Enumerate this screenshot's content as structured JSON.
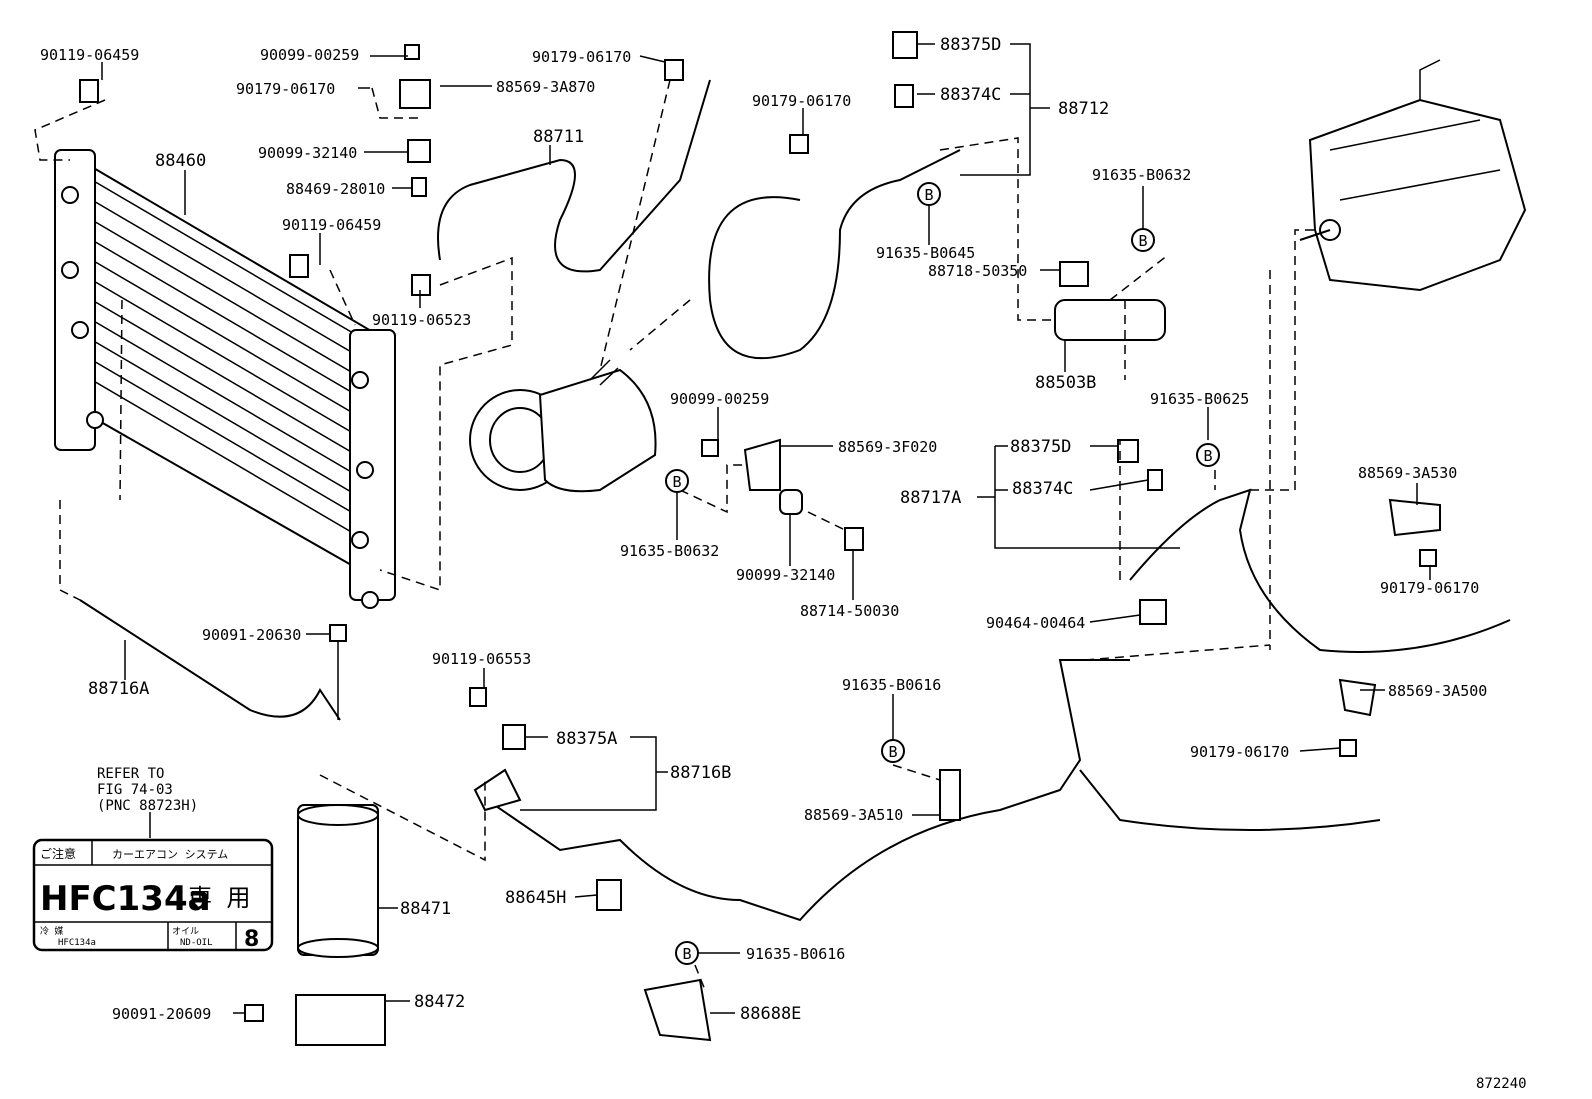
{
  "labels": {
    "p90119_06459_a": "90119-06459",
    "p90099_00259_a": "90099-00259",
    "p90179_06170_a": "90179-06170",
    "p88569_3A870": "88569-3A870",
    "p90099_32140_a": "90099-32140",
    "p88460": "88460",
    "p88469_28010": "88469-28010",
    "p90119_06459_b": "90119-06459",
    "p90179_06170_b": "90179-06170",
    "p88711": "88711",
    "p90119_06523": "90119-06523",
    "p88375D_a": "88375D",
    "p88374C_a": "88374C",
    "p88712": "88712",
    "p90179_06170_c": "90179-06170",
    "p91635_B0645": "91635-B0645",
    "p91635_B0632_a": "91635-B0632",
    "p88718_50350": "88718-50350",
    "p88503B": "88503B",
    "p90099_00259_b": "90099-00259",
    "p88569_3F020": "88569-3F020",
    "p91635_B0632_b": "91635-B0632",
    "p90099_32140_b": "90099-32140",
    "p88714_50030": "88714-50030",
    "p91635_B0625": "91635-B0625",
    "p88375D_b": "88375D",
    "p88717A": "88717A",
    "p88374C_b": "88374C",
    "p90464_00464": "90464-00464",
    "p88569_3A530": "88569-3A530",
    "p90179_06170_d": "90179-06170",
    "p90091_20630": "90091-20630",
    "p88716A": "88716A",
    "p90119_06553": "90119-06553",
    "p88375A": "88375A",
    "p88716B": "88716B",
    "p91635_B0616_a": "91635-B0616",
    "p88569_3A510": "88569-3A510",
    "p88569_3A500": "88569-3A500",
    "p90179_06170_e": "90179-06170",
    "p88645H": "88645H",
    "p88471": "88471",
    "p91635_B0616_b": "91635-B0616",
    "p88472": "88472",
    "p88688E": "88688E",
    "p90091_20609": "90091-20609"
  },
  "refer_note": {
    "line1": "REFER TO",
    "line2": "FIG 74-03",
    "line3": "(PNC 88723H)"
  },
  "caution_label": {
    "header_left": "ご注意",
    "header_right": "カーエアコン  システム",
    "main": "HFC134a",
    "main_jp": "専 用",
    "refrigerant_key": "冷 媒",
    "refrigerant_value": "HFC134a",
    "oil_key": "オイル",
    "oil_value": "ND-OIL",
    "oil_number": "8"
  },
  "clip_marker": "B",
  "figure_number": "872240"
}
